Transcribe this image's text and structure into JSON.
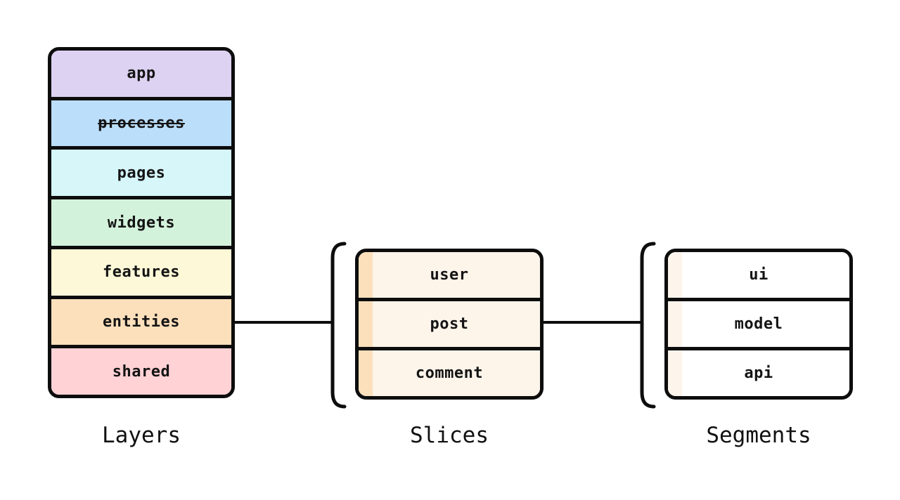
{
  "diagram": {
    "background_color": "#ffffff",
    "stroke_color": "#0d0d0d",
    "layers": {
      "caption": "Layers",
      "items": [
        {
          "label": "app",
          "color": "#ded2f3",
          "strikethrough": false
        },
        {
          "label": "processes",
          "color": "#bbdefb",
          "strikethrough": true
        },
        {
          "label": "pages",
          "color": "#d6f6fa",
          "strikethrough": false
        },
        {
          "label": "widgets",
          "color": "#d3f2dc",
          "strikethrough": false
        },
        {
          "label": "features",
          "color": "#fdf8d8",
          "strikethrough": false
        },
        {
          "label": "entities",
          "color": "#fce0bc",
          "strikethrough": false
        },
        {
          "label": "shared",
          "color": "#ffd2d6",
          "strikethrough": false
        }
      ]
    },
    "slices": {
      "caption": "Slices",
      "row_fill": "#fdf4ea",
      "stripe_color": "#fce0bc",
      "items": [
        {
          "label": "user"
        },
        {
          "label": "post"
        },
        {
          "label": "comment"
        }
      ]
    },
    "segments": {
      "caption": "Segments",
      "row_fill": "#ffffff",
      "stripe_color": "#fdf4ec",
      "items": [
        {
          "label": "ui"
        },
        {
          "label": "model"
        },
        {
          "label": "api"
        }
      ]
    },
    "connections": [
      {
        "from": "entities",
        "to": "slices-group"
      },
      {
        "from": "slices-group",
        "to": "segments-group"
      }
    ]
  }
}
